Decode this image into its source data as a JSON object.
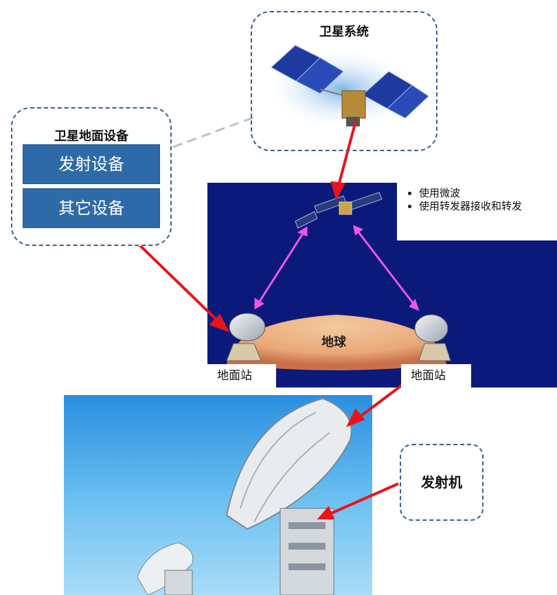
{
  "satellite_system": {
    "title": "卫星系统"
  },
  "ground_equipment": {
    "title": "卫星地面设备",
    "items": [
      {
        "label": "发射设备"
      },
      {
        "label": "其它设备"
      }
    ]
  },
  "orbit_panel": {
    "bullets": [
      {
        "text": "使用微波"
      },
      {
        "text": "使用转发器接收和转发"
      }
    ],
    "earth_label": "地球",
    "station_left_label": "地面站",
    "station_right_label": "地面站"
  },
  "transmitter": {
    "label": "发射机"
  },
  "colors": {
    "arrow_red": "#e8141a",
    "link_magenta": "#ee55ee",
    "panel_navy": "#0b1a7a",
    "button_blue": "#2e6aa8",
    "dash_border": "#3b5f8a"
  }
}
